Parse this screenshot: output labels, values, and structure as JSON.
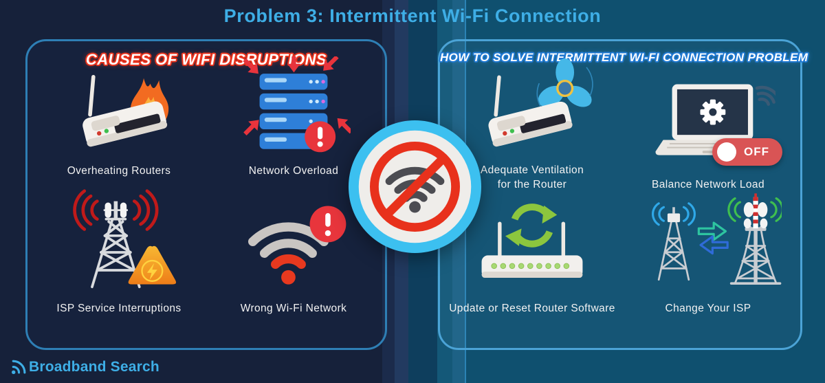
{
  "title": "Problem 3: Intermittent Wi-Fi Connection",
  "left_panel": {
    "header": "CAUSES OF WIFI DISRUPTIONS",
    "items": [
      {
        "label": "Overheating Routers"
      },
      {
        "label": "Network Overload"
      },
      {
        "label": "ISP Service Interruptions"
      },
      {
        "label": "Wrong Wi-Fi Network"
      }
    ]
  },
  "right_panel": {
    "header": "HOW TO SOLVE INTERMITTENT WI-FI CONNECTION PROBLEM",
    "items": [
      {
        "label_line1": "Adequate Ventilation",
        "label_line2": "for the Router"
      },
      {
        "label": "Balance Network Load",
        "toggle": "OFF"
      },
      {
        "label": "Update or Reset Router Software"
      },
      {
        "label": "Change Your ISP"
      }
    ]
  },
  "footer": {
    "brand": "Broadband Search"
  },
  "colors": {
    "background_left": "#16213A",
    "background_right": "#0F506F",
    "title": "#3EAEE6",
    "left_header_outline": "#E8321C",
    "right_header_outline": "#1F78D1",
    "panel_left_border": "#2E7FB5",
    "panel_right_border": "#4BA3D6",
    "label": "#F2F2F2",
    "alert_red": "#E8343C",
    "flame_orange": "#F26B21",
    "server_blue": "#2E7FD8",
    "warning_orange": "#F5A229",
    "fan_blue": "#45B8E8",
    "toggle_red": "#D95455",
    "refresh_green": "#8CC63E",
    "tower_gray": "#D9DBDE",
    "wifi_ring_cyan": "#3CC0F0",
    "prohibition_red": "#E8311C"
  }
}
